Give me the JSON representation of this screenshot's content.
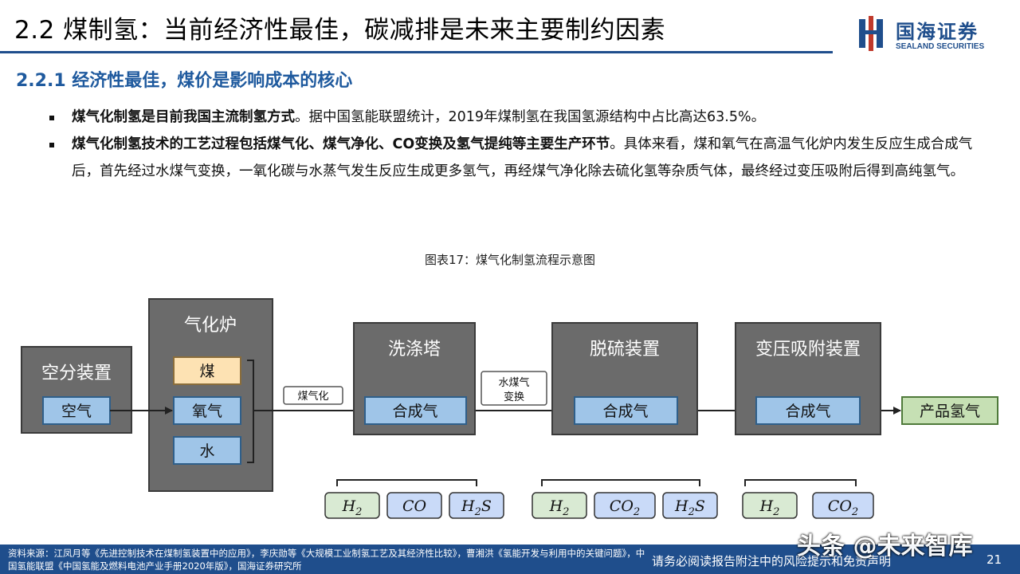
{
  "header": {
    "title": "2.2 煤制氢：当前经济性最佳，碳减排是未来主要制约因素",
    "logo_cn": "国海证券",
    "logo_en": "SEALAND SECURITIES",
    "brand_color": "#1f4e8c"
  },
  "section": {
    "subtitle": "2.2.1 经济性最佳，煤价是影响成本的核心"
  },
  "bullets": [
    {
      "bold": "煤气化制氢是目前我国主流制氢方式",
      "text": "。据中国氢能联盟统计，2019年煤制氢在我国氢源结构中占比高达63.5%。"
    },
    {
      "bold": "煤气化制氢技术的工艺过程包括煤气化、煤气净化、CO变换及氢气提纯等主要生产环节",
      "text": "。具体来看，煤和氧气在高温气化炉内发生反应生成合成气后，首先经过水煤气变换，一氧化碳与水蒸气发生反应生成更多氢气，再经煤气净化除去硫化氢等杂质气体，最终经过变压吸附后得到高纯氢气。"
    }
  ],
  "figure": {
    "caption": "图表17：煤气化制氢流程示意图",
    "air_sep": {
      "title": "空分装置",
      "input": "空气"
    },
    "gasifier": {
      "title": "气化炉",
      "items": [
        "煤",
        "氧气",
        "水"
      ]
    },
    "label_gasify": "煤气化",
    "label_shift_1": "水煤气",
    "label_shift_2": "变换",
    "wash": {
      "title": "洗涤塔",
      "inner": "合成气"
    },
    "desulf": {
      "title": "脱硫装置",
      "inner": "合成气"
    },
    "psa": {
      "title": "变压吸附装置",
      "inner": "合成气"
    },
    "product": "产品氢气",
    "wash_outputs": [
      {
        "base": "H",
        "sub": "2",
        "tail": ""
      },
      {
        "base": "CO",
        "sub": "",
        "tail": ""
      },
      {
        "base": "H",
        "sub": "2",
        "tail": "S"
      }
    ],
    "desulf_outputs": [
      {
        "base": "H",
        "sub": "2",
        "tail": ""
      },
      {
        "base": "CO",
        "sub": "2",
        "tail": ""
      },
      {
        "base": "H",
        "sub": "2",
        "tail": "S"
      }
    ],
    "psa_outputs": [
      {
        "base": "H",
        "sub": "2",
        "tail": ""
      },
      {
        "base": "CO",
        "sub": "2",
        "tail": ""
      }
    ],
    "colors": {
      "unit_bg": "#6b6b6b",
      "blue_box": "#9fc5e8",
      "coal_box": "#fde2b3",
      "product_box": "#c6e0b4",
      "output_box": "#d9ead3"
    }
  },
  "footer": {
    "source": "资料来源：江凤月等《先进控制技术在煤制氢装置中的应用》，李庆勋等《大规模工业制氢工艺及其经济性比较》，曹湘洪《氢能开发与利用中的关键问题》，中国氢能联盟《中国氢能及燃料电池产业手册2020年版》，国海证券研究所",
    "disclaimer": "请务必阅读报告附注中的风险提示和免责声明",
    "page": "21",
    "watermark": "头条 @未来智库"
  }
}
